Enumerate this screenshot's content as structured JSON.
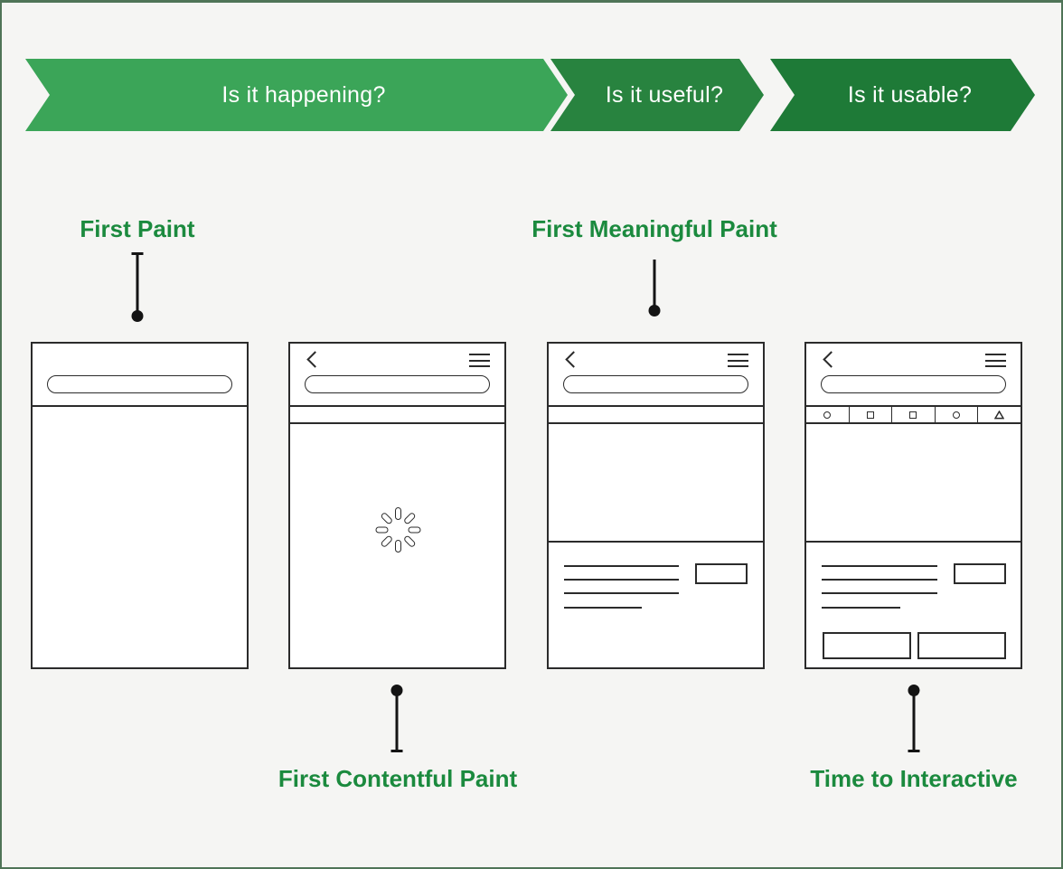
{
  "page": {
    "background": "#F5F5F3",
    "frame_color": "#4F7457"
  },
  "banner_flow": {
    "steps": [
      {
        "label": "Is it happening?",
        "color": "#3BA558"
      },
      {
        "label": "Is it useful?",
        "color": "#28833F"
      },
      {
        "label": "Is it usable?",
        "color": "#1E7A37"
      }
    ],
    "text_color": "#FFFFFF"
  },
  "metric_labels": {
    "first_paint": "First Paint",
    "first_contentful_paint": "First Contentful Paint",
    "first_meaningful_paint": "First Meaningful Paint",
    "time_to_interactive": "Time to Interactive",
    "color": "#1B8A3E"
  },
  "phones": {
    "first_paint": {
      "elements": [
        "url-bar"
      ]
    },
    "first_contentful_paint": {
      "elements": [
        "back-chevron",
        "hamburger-menu",
        "url-bar",
        "empty-strip",
        "loading-spinner"
      ]
    },
    "first_meaningful_paint": {
      "elements": [
        "back-chevron",
        "hamburger-menu",
        "url-bar",
        "empty-strip",
        "hero-block",
        "text-skeleton-4-lines",
        "side-box"
      ]
    },
    "time_to_interactive": {
      "elements": [
        "back-chevron",
        "hamburger-menu",
        "url-bar",
        "icon-toolbar",
        "hero-block",
        "text-skeleton-4-lines",
        "side-box",
        "button-box",
        "button-box"
      ],
      "toolbar_icons": [
        "circle",
        "square",
        "square",
        "circle",
        "triangle"
      ]
    }
  }
}
